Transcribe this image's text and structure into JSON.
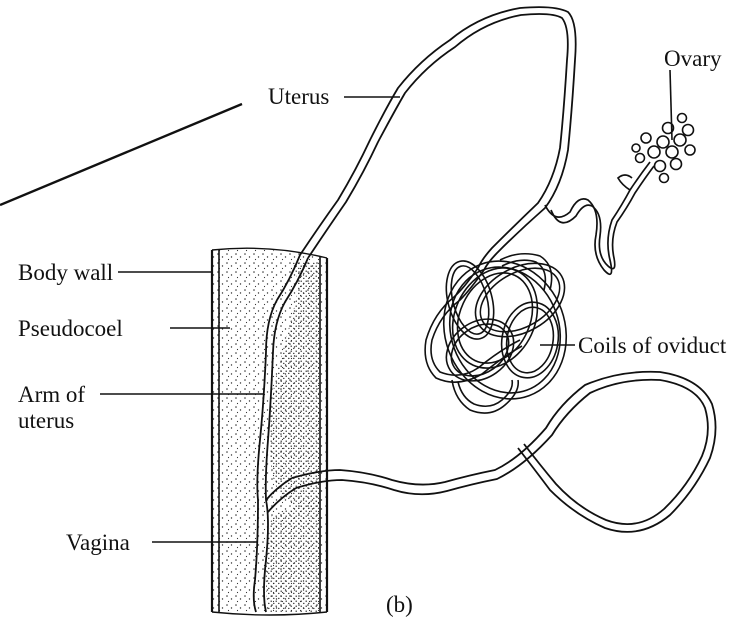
{
  "figure": {
    "panel_label": "(b)",
    "labels": {
      "uterus": "Uterus",
      "ovary": "Ovary",
      "body_wall": "Body wall",
      "pseudocoel": "Pseudocoel",
      "arm_of_uterus_line1": "Arm of",
      "arm_of_uterus_line2": "uterus",
      "coils_of_oviduct": "Coils of oviduct",
      "vagina": "Vagina"
    }
  },
  "colors": {
    "ink": "#111111",
    "background": "#ffffff"
  }
}
